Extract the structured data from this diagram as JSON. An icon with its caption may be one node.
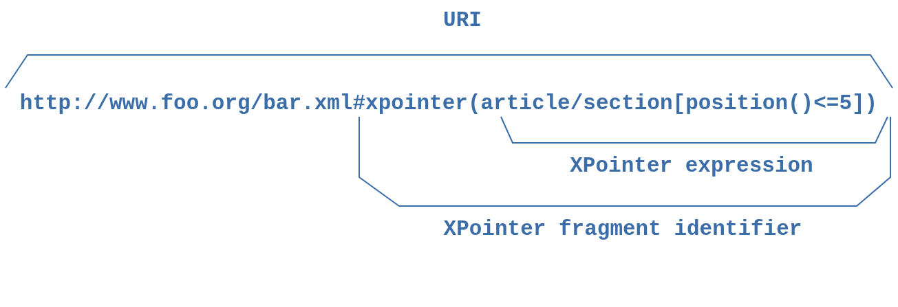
{
  "diagram": {
    "labels": [
      "URI",
      "http://www.foo.org/bar.xml#xpointer(article/section[position()<=5])",
      "XPointer expression",
      "XPointer fragment identifier"
    ]
  }
}
